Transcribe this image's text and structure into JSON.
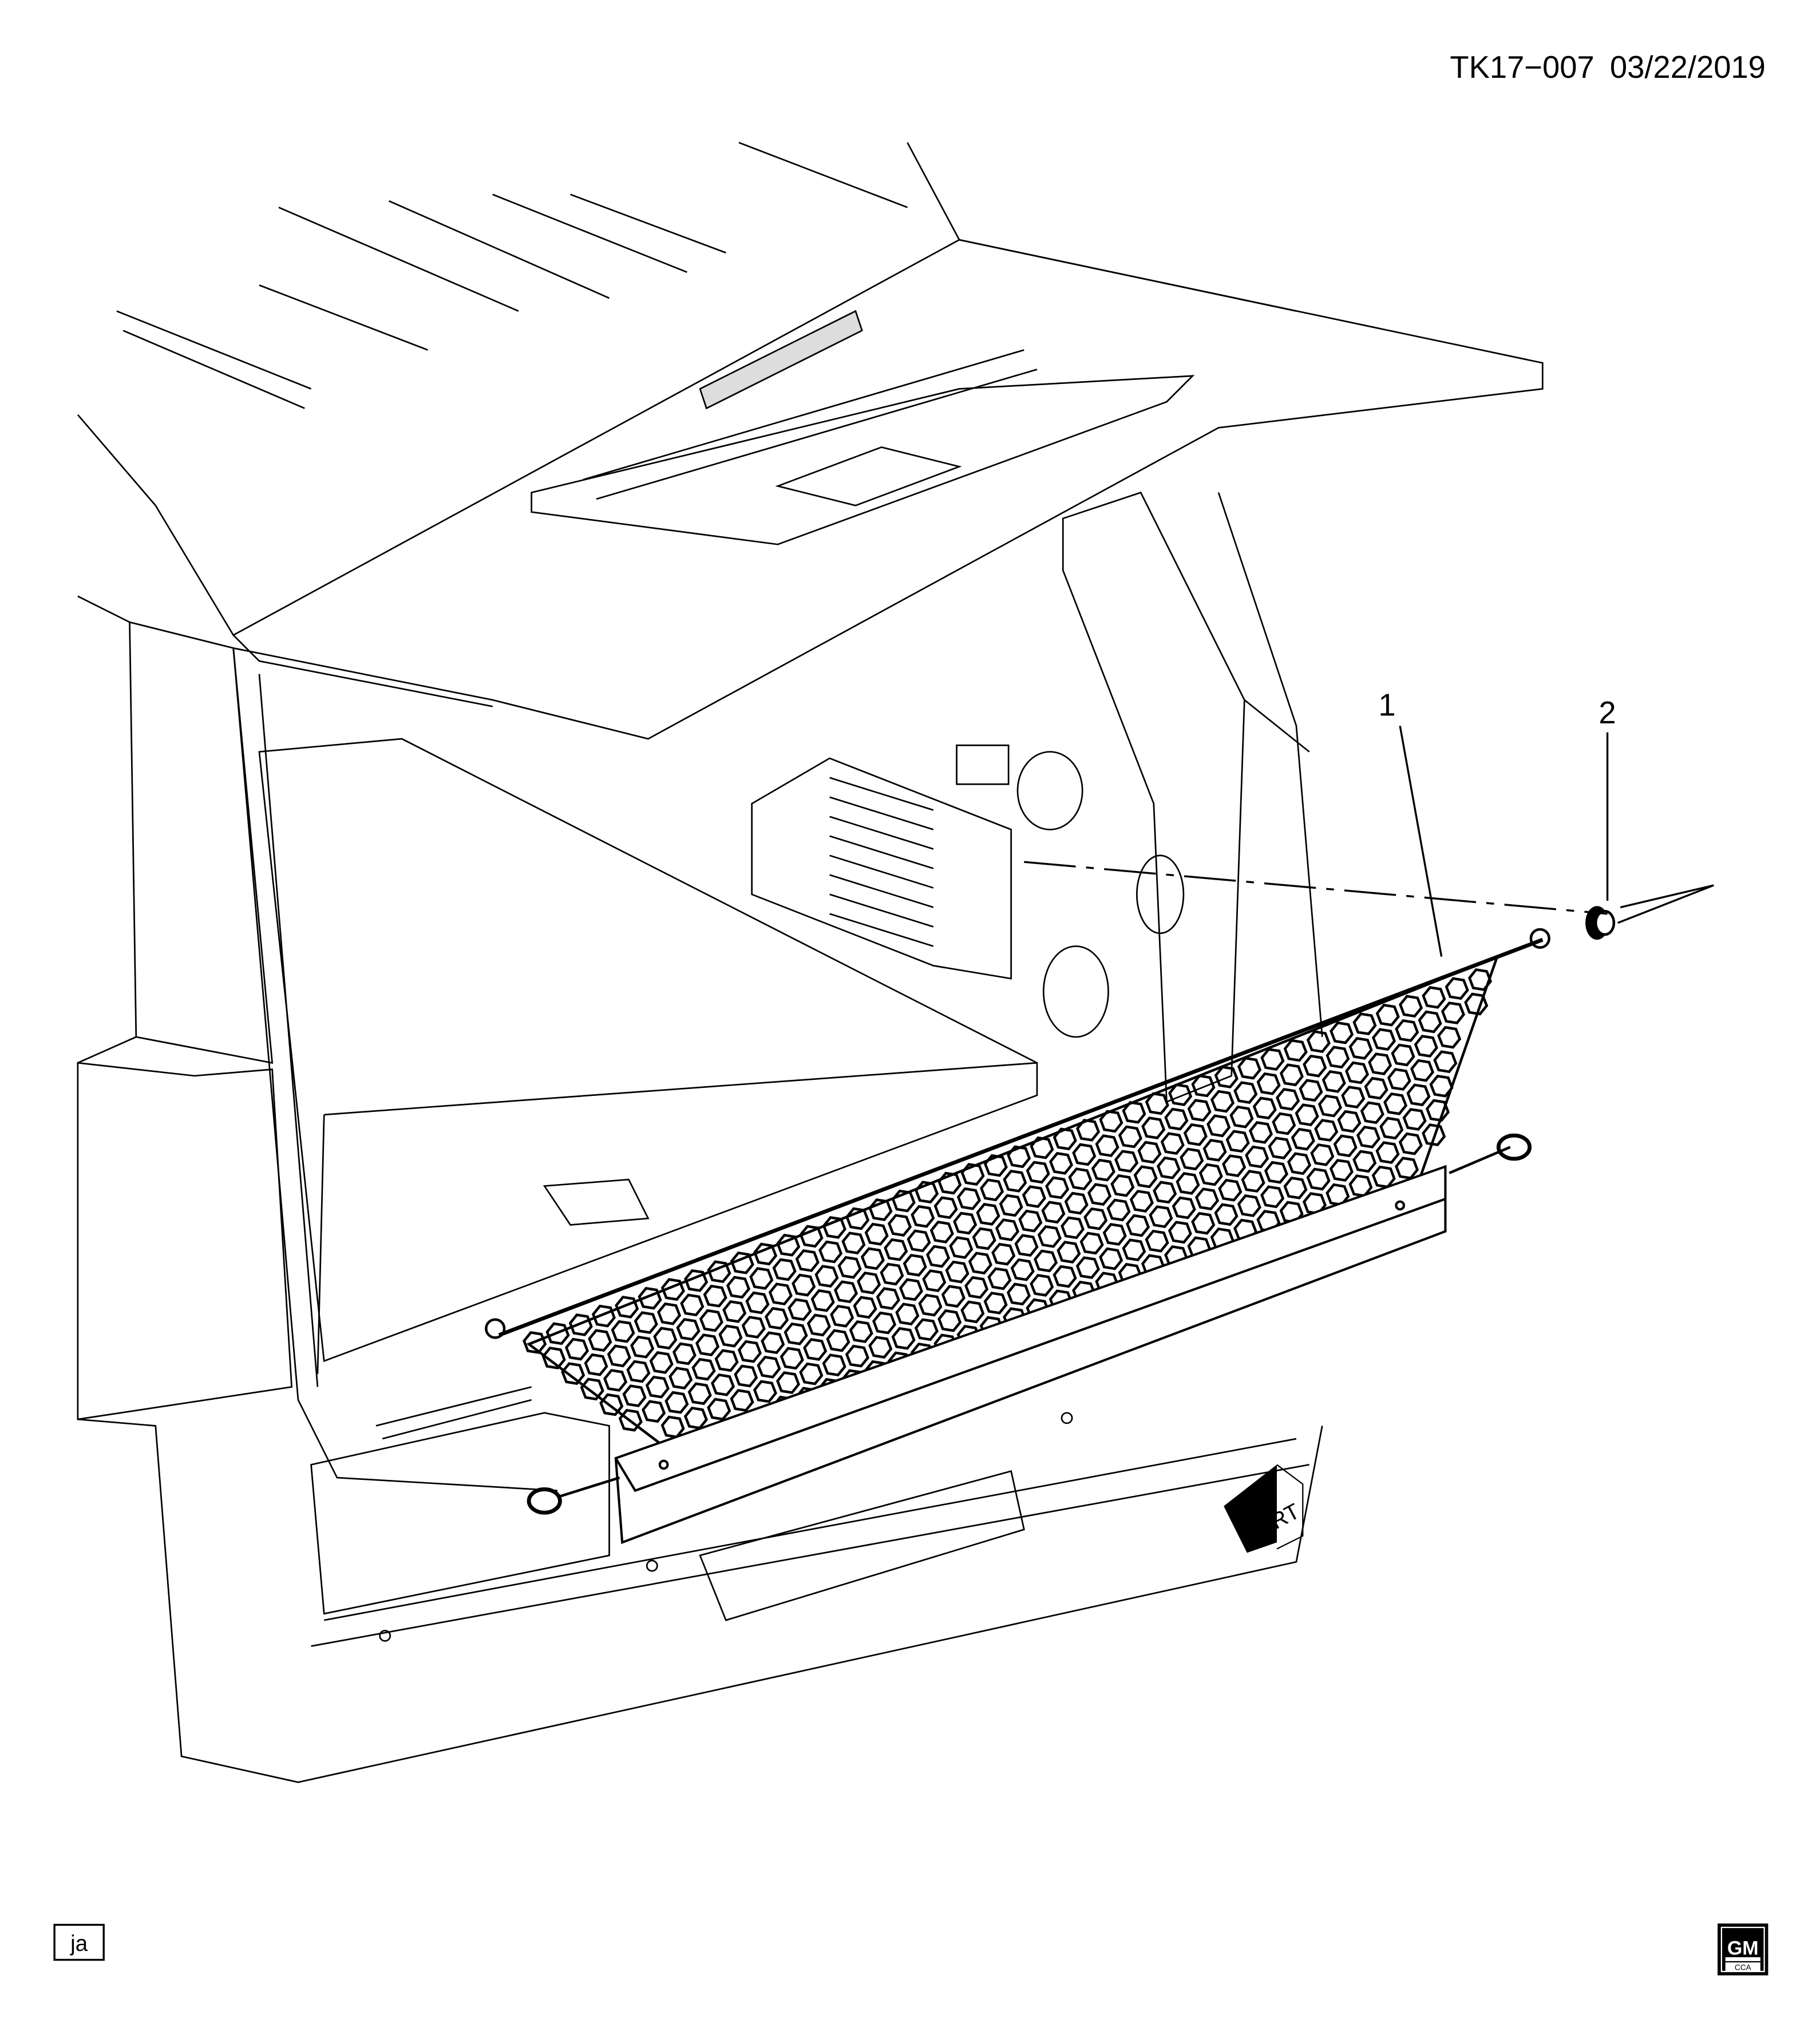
{
  "header": {
    "diagram_id": "TK17−007",
    "date": "03/22/2019"
  },
  "callouts": [
    {
      "label": "1"
    },
    {
      "label": "2"
    }
  ],
  "direction_indicator": {
    "label": "FRT"
  },
  "footer": {
    "author_initials": "ja",
    "logo_text": "GM",
    "logo_subtext": "CCA"
  },
  "colors": {
    "line": "#000000",
    "background": "#ffffff"
  }
}
